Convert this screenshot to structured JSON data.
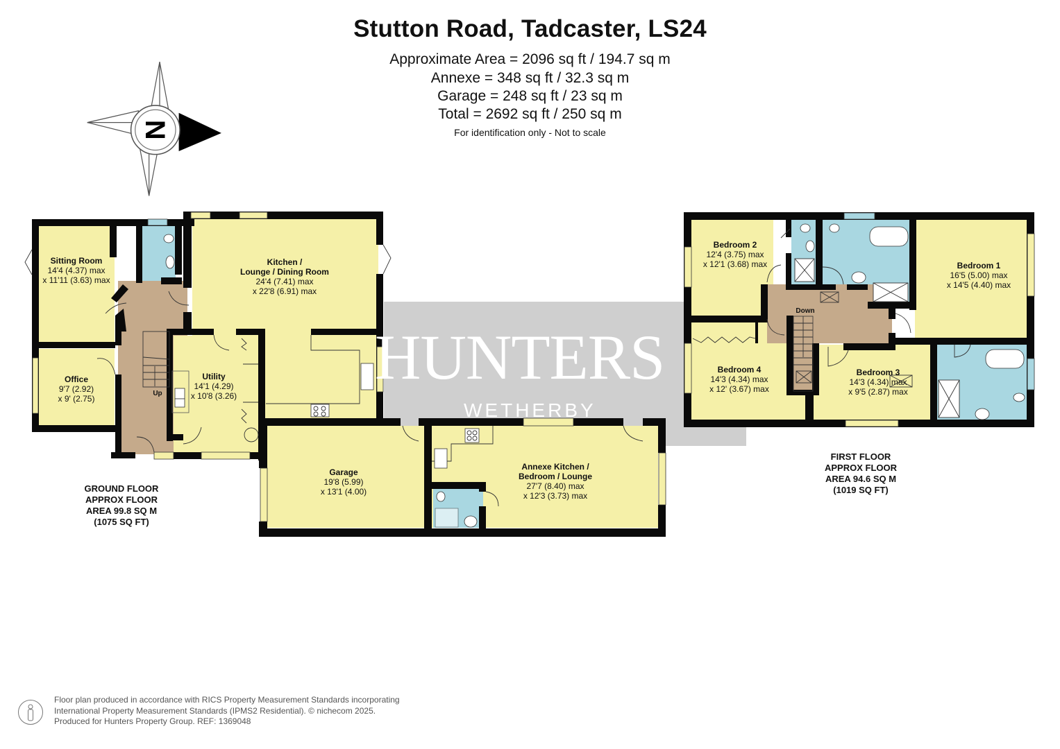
{
  "header": {
    "title": "Stutton Road, Tadcaster, LS24",
    "areas": [
      "Approximate Area = 2096 sq ft / 194.7 sq m",
      "Annexe = 348 sq ft / 32.3 sq m",
      "Garage = 248 sq ft / 23 sq m",
      "Total = 2692 sq ft / 250 sq m"
    ],
    "note": "For identification only - Not to scale"
  },
  "compass": {
    "icon": "north-arrow-icon",
    "label": "N"
  },
  "watermark": {
    "brand": "HUNTERS",
    "branch": "WETHERBY"
  },
  "colors": {
    "room": "#f5f0a8",
    "bathroom": "#a9d7e1",
    "hallway": "#c5aa8b",
    "wall": "#0a0a0a",
    "watermark": "#cfcfcf"
  },
  "ground_floor": {
    "caption": [
      "GROUND FLOOR",
      "APPROX FLOOR",
      "AREA 99.8 SQ M",
      "(1075 SQ FT)"
    ],
    "stairs_label": "Up",
    "rooms": [
      {
        "name": "Sitting Room",
        "dim1": "14'4 (4.37) max",
        "dim2": "x 11'11 (3.63) max"
      },
      {
        "name": "Office",
        "dim1": "9'7 (2.92)",
        "dim2": "x 9' (2.75)"
      },
      {
        "name": "Utility",
        "dim1": "14'1 (4.29)",
        "dim2": "x 10'8 (3.26)"
      },
      {
        "name": "Kitchen /",
        "name2": "Lounge / Dining Room",
        "dim1": "24'4 (7.41) max",
        "dim2": "x 22'8 (6.91)  max"
      },
      {
        "name": "Garage",
        "dim1": "19'8 (5.99)",
        "dim2": "x 13'1 (4.00)"
      },
      {
        "name": "Annexe Kitchen /",
        "name2": "Bedroom / Lounge",
        "dim1": "27'7 (8.40) max",
        "dim2": "x 12'3 (3.73)  max"
      }
    ]
  },
  "first_floor": {
    "caption": [
      "FIRST FLOOR",
      "APPROX FLOOR",
      "AREA 94.6 SQ M",
      "(1019 SQ FT)"
    ],
    "stairs_label": "Down",
    "rooms": [
      {
        "name": "Bedroom 2",
        "dim1": "12'4 (3.75) max",
        "dim2": "x 12'1 (3.68) max"
      },
      {
        "name": "Bedroom 1",
        "dim1": "16'5 (5.00) max",
        "dim2": "x 14'5 (4.40) max"
      },
      {
        "name": "Bedroom 4",
        "dim1": "14'3 (4.34) max",
        "dim2": "x 12' (3.67) max"
      },
      {
        "name": "Bedroom 3",
        "dim1": "14'3 (4.34) max",
        "dim2": "x 9'5 (2.87) max"
      }
    ]
  },
  "footer": {
    "lines": [
      "Floor plan produced in accordance with RICS Property Measurement Standards incorporating",
      "International Property Measurement Standards (IPMS2 Residential).   © nichecom 2025.",
      "Produced for Hunters Property Group. REF: 1369048"
    ]
  }
}
